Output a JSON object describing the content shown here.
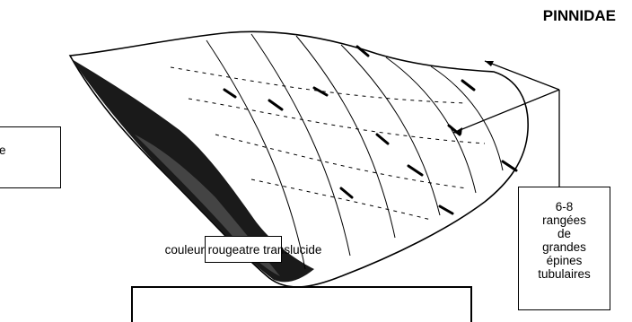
{
  "title": "PINNIDAE",
  "labels": {
    "cut_fragment": "e",
    "color": "couleur rougeatre translucide",
    "spines_lines": [
      "6-8",
      "rangées",
      "de",
      "grandes",
      "épines",
      "tubulaires"
    ]
  },
  "icons": [
    "pinnidae-shell-drawing",
    "arrow-icon"
  ]
}
